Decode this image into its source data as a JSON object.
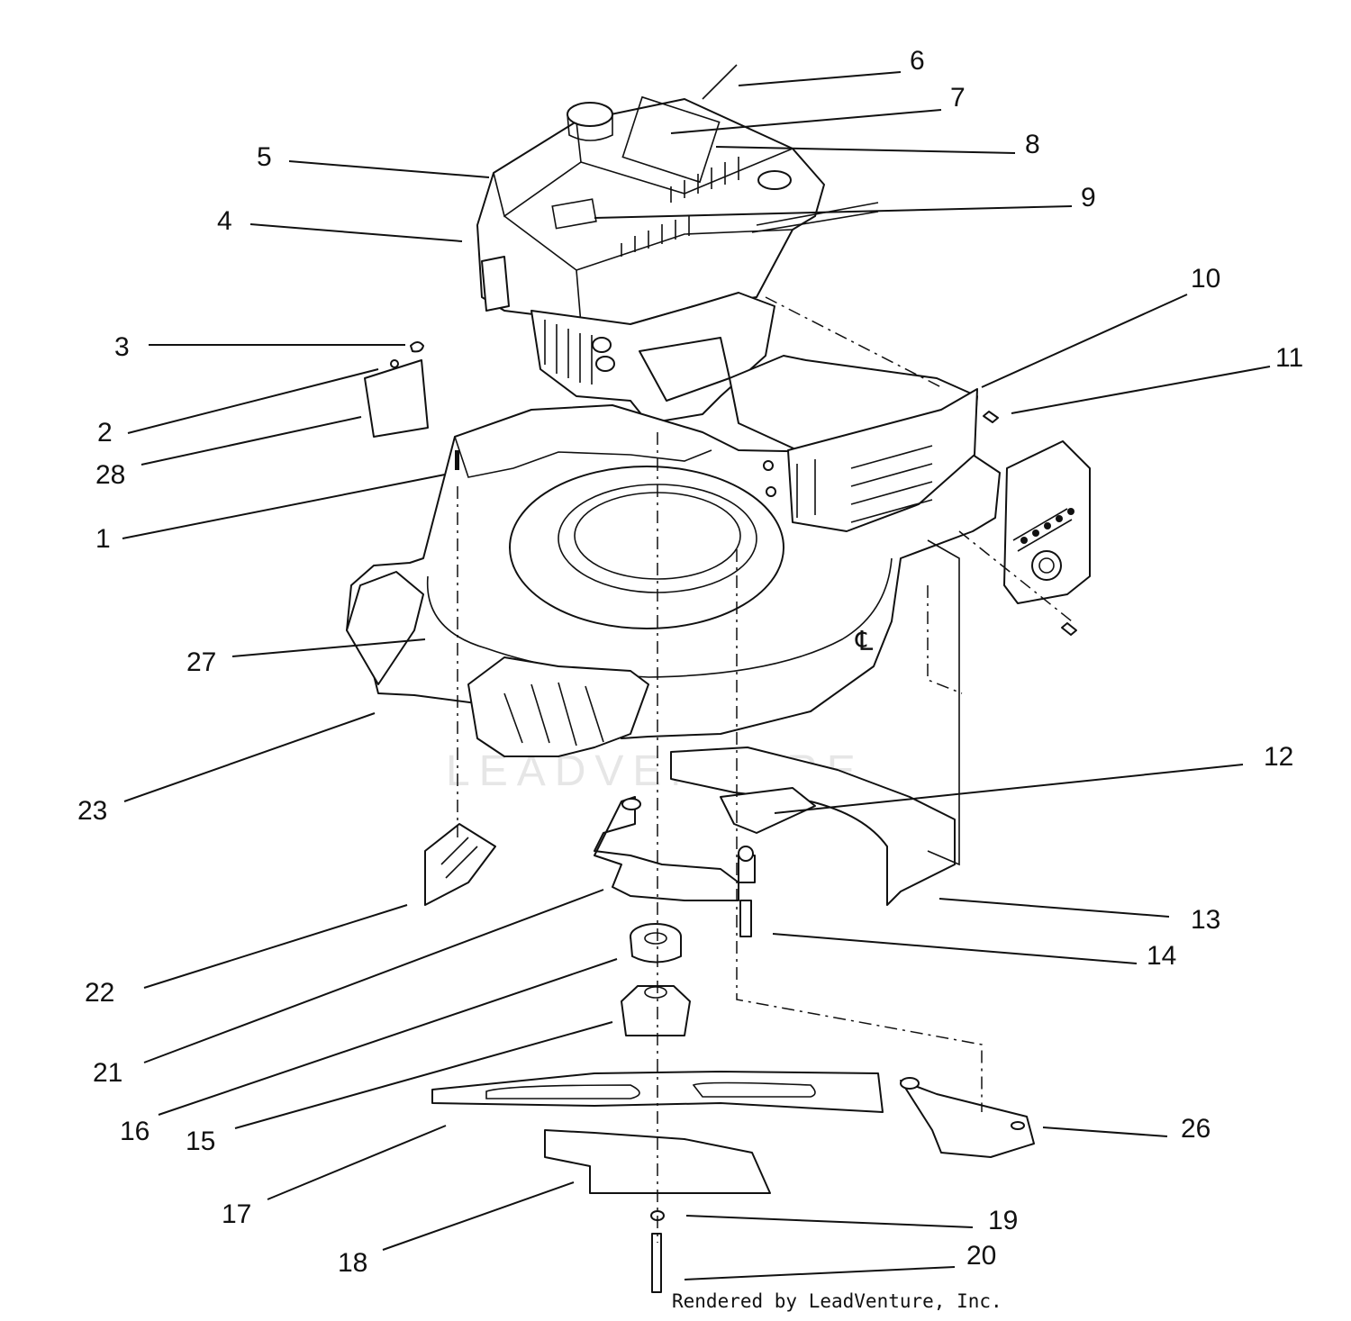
{
  "diagram": {
    "credit": "Rendered by LeadVenture, Inc.",
    "watermark": "LEADVENTURE",
    "callouts": [
      {
        "id": "c1",
        "label": "1"
      },
      {
        "id": "c2",
        "label": "2"
      },
      {
        "id": "c3",
        "label": "3"
      },
      {
        "id": "c4",
        "label": "4"
      },
      {
        "id": "c5",
        "label": "5"
      },
      {
        "id": "c6",
        "label": "6"
      },
      {
        "id": "c7",
        "label": "7"
      },
      {
        "id": "c8",
        "label": "8"
      },
      {
        "id": "c9",
        "label": "9"
      },
      {
        "id": "c10",
        "label": "10"
      },
      {
        "id": "c11",
        "label": "11"
      },
      {
        "id": "c12",
        "label": "12"
      },
      {
        "id": "c13",
        "label": "13"
      },
      {
        "id": "c14",
        "label": "14"
      },
      {
        "id": "c15",
        "label": "15"
      },
      {
        "id": "c16",
        "label": "16"
      },
      {
        "id": "c17",
        "label": "17"
      },
      {
        "id": "c18",
        "label": "18"
      },
      {
        "id": "c19",
        "label": "19"
      },
      {
        "id": "c20",
        "label": "20"
      },
      {
        "id": "c21",
        "label": "21"
      },
      {
        "id": "c22",
        "label": "22"
      },
      {
        "id": "c23",
        "label": "23"
      },
      {
        "id": "c26",
        "label": "26"
      },
      {
        "id": "c27",
        "label": "27"
      },
      {
        "id": "c28",
        "label": "28"
      }
    ]
  }
}
